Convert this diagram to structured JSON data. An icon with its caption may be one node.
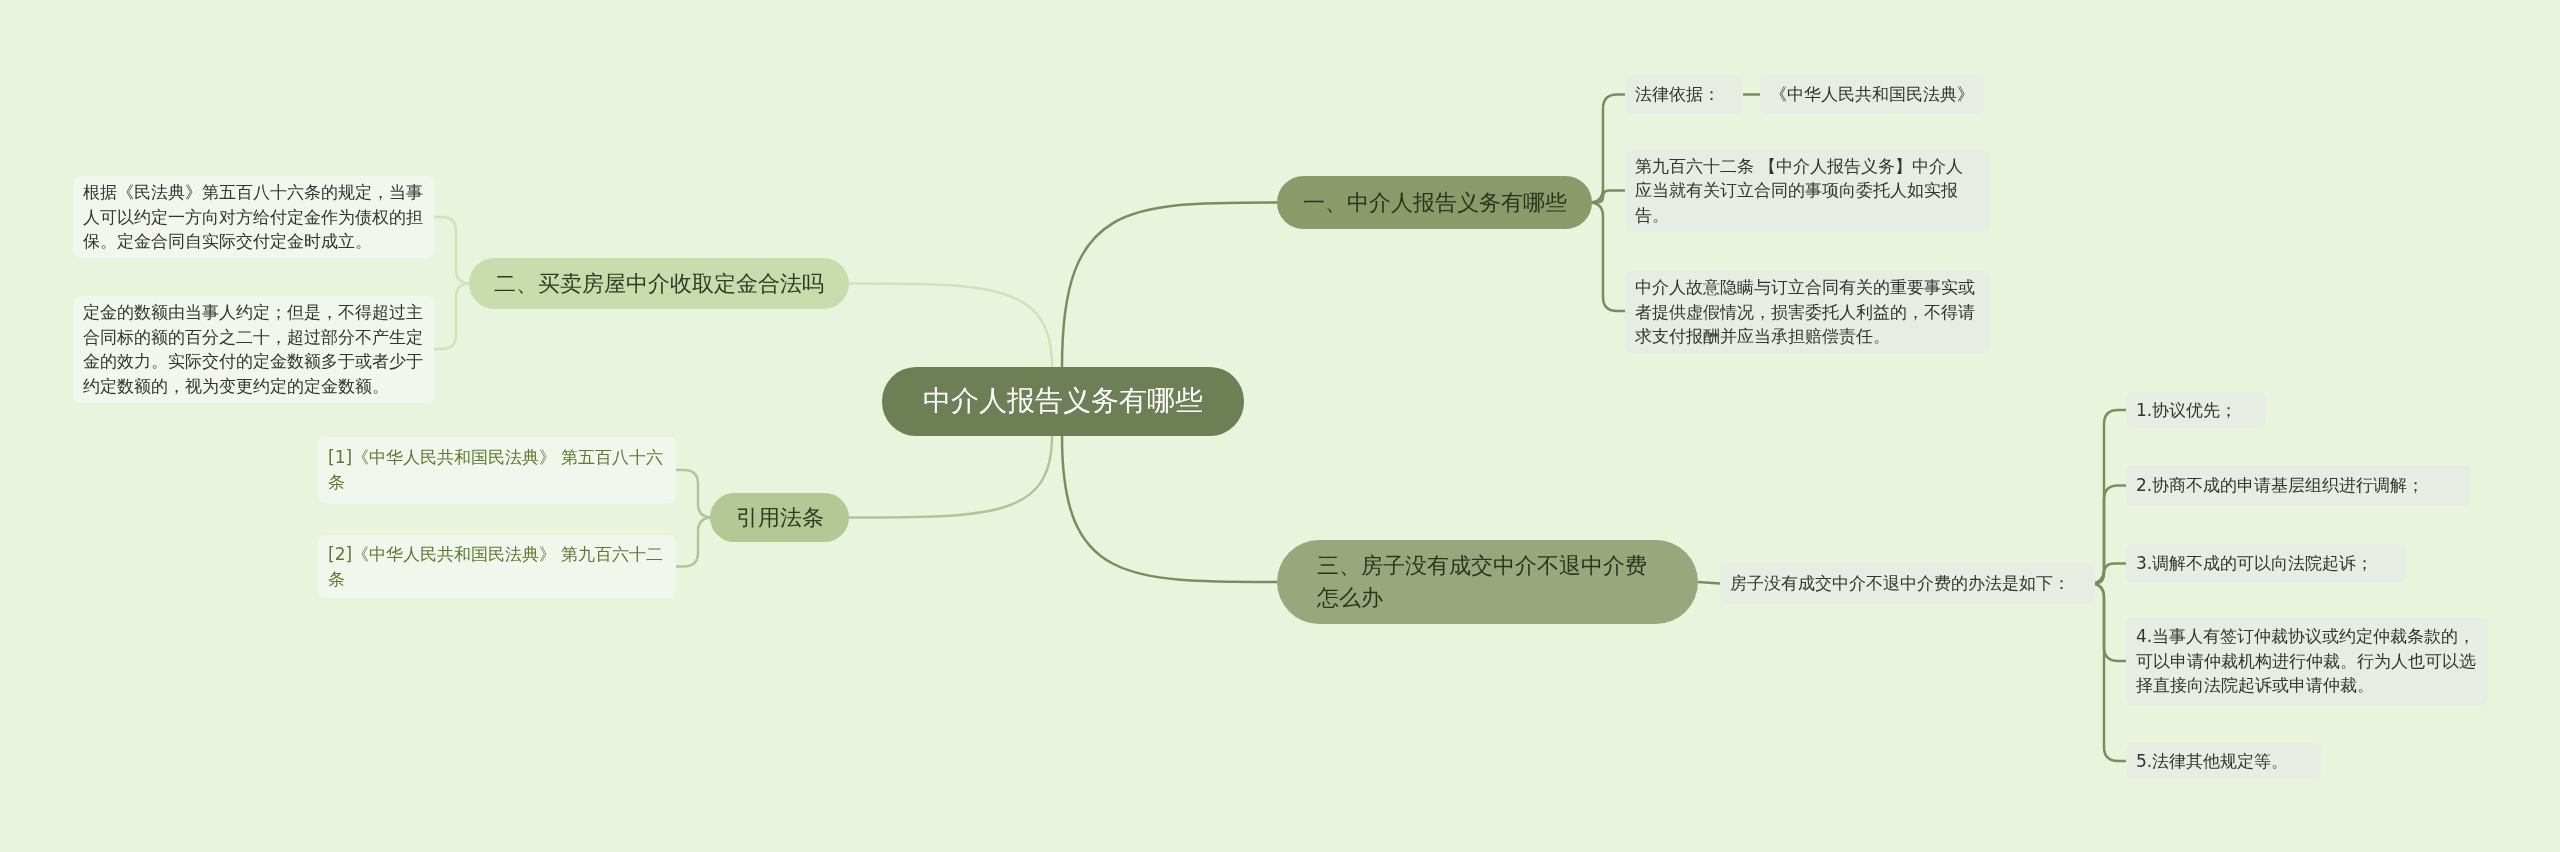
{
  "diagram": {
    "nodes": [
      {
        "text": [
          "中介人报告义务有哪些"
        ]
      },
      {
        "text": [
          "一、中介人报告义务有哪些"
        ]
      },
      {
        "text": [
          "法律依据："
        ]
      },
      {
        "text": [
          "《中华人民共和国民法典》"
        ]
      },
      {
        "text": [
          "第九百六十二条 【中介人报告义务】中介人应当就有关订立合同的事项向委托人如实报告。"
        ]
      },
      {
        "text": [
          "中介人故意隐瞒与订立合同有关的重要事实或者提供虚假情况，损害委托人利益的，不得请求支付报酬并应当承担赔偿责任。"
        ]
      },
      {
        "text": [
          "三、房子没有成交中介不退中介费怎么办"
        ]
      },
      {
        "text": [
          "房子没有成交中介不退中介费的办法是如下："
        ]
      },
      {
        "text": [
          "1.协议优先；"
        ]
      },
      {
        "text": [
          "2.协商不成的申请基层组织进行调解；"
        ]
      },
      {
        "text": [
          "3.调解不成的可以向法院起诉；"
        ]
      },
      {
        "text": [
          "4.当事人有签订仲裁协议或约定仲裁条款的，可以申请仲裁机构进行仲裁。行为人也可以选择直接向法院起诉或申请仲裁。"
        ]
      },
      {
        "text": [
          "5.法律其他规定等。"
        ]
      },
      {
        "text": [
          "二、买卖房屋中介收取定金合法吗"
        ]
      },
      {
        "text": [
          "根据《民法典》第五百八十六条的规定，当事人可以约定一方向对方给付定金作为债权的担保。定金合同自实际交付定金时成立。"
        ]
      },
      {
        "text": [
          "定金的数额由当事人约定；但是，不得超过主合同标的额的百分之二十，超过部分不产生定金的效力。实际交付的定金数额多于或者少于约定数额的，视为变更约定的定金数额。"
        ]
      },
      {
        "text": [
          "引用法条"
        ]
      },
      {
        "text": [
          "[1]《中华人民共和国民法典》 第五百八十六条"
        ]
      },
      {
        "text": [
          "[2]《中华人民共和国民法典》 第九百六十二条"
        ]
      }
    ],
    "edges": [
      {
        "from": 0,
        "to": 1,
        "arrow": "none"
      },
      {
        "from": 1,
        "to": 2,
        "arrow": "none"
      },
      {
        "from": 2,
        "to": 3,
        "arrow": "none"
      },
      {
        "from": 1,
        "to": 4,
        "arrow": "none"
      },
      {
        "from": 1,
        "to": 5,
        "arrow": "none"
      },
      {
        "from": 0,
        "to": 6,
        "arrow": "none"
      },
      {
        "from": 6,
        "to": 7,
        "arrow": "none"
      },
      {
        "from": 7,
        "to": 8,
        "arrow": "none"
      },
      {
        "from": 7,
        "to": 9,
        "arrow": "none"
      },
      {
        "from": 7,
        "to": 10,
        "arrow": "none"
      },
      {
        "from": 7,
        "to": 11,
        "arrow": "none"
      },
      {
        "from": 7,
        "to": 12,
        "arrow": "none"
      },
      {
        "from": 0,
        "to": 13,
        "arrow": "none",
        "color": "#cfe2bb"
      },
      {
        "from": 13,
        "to": 14,
        "arrow": "none",
        "color": "#cfe2bb"
      },
      {
        "from": 13,
        "to": 15,
        "arrow": "none",
        "color": "#cfe2bb"
      },
      {
        "from": 0,
        "to": 16,
        "arrow": "none",
        "color": "#b3c692"
      },
      {
        "from": 16,
        "to": 17,
        "arrow": "none",
        "color": "#b3c692"
      },
      {
        "from": 16,
        "to": 18,
        "arrow": "none",
        "color": "#b3c692"
      }
    ]
  }
}
